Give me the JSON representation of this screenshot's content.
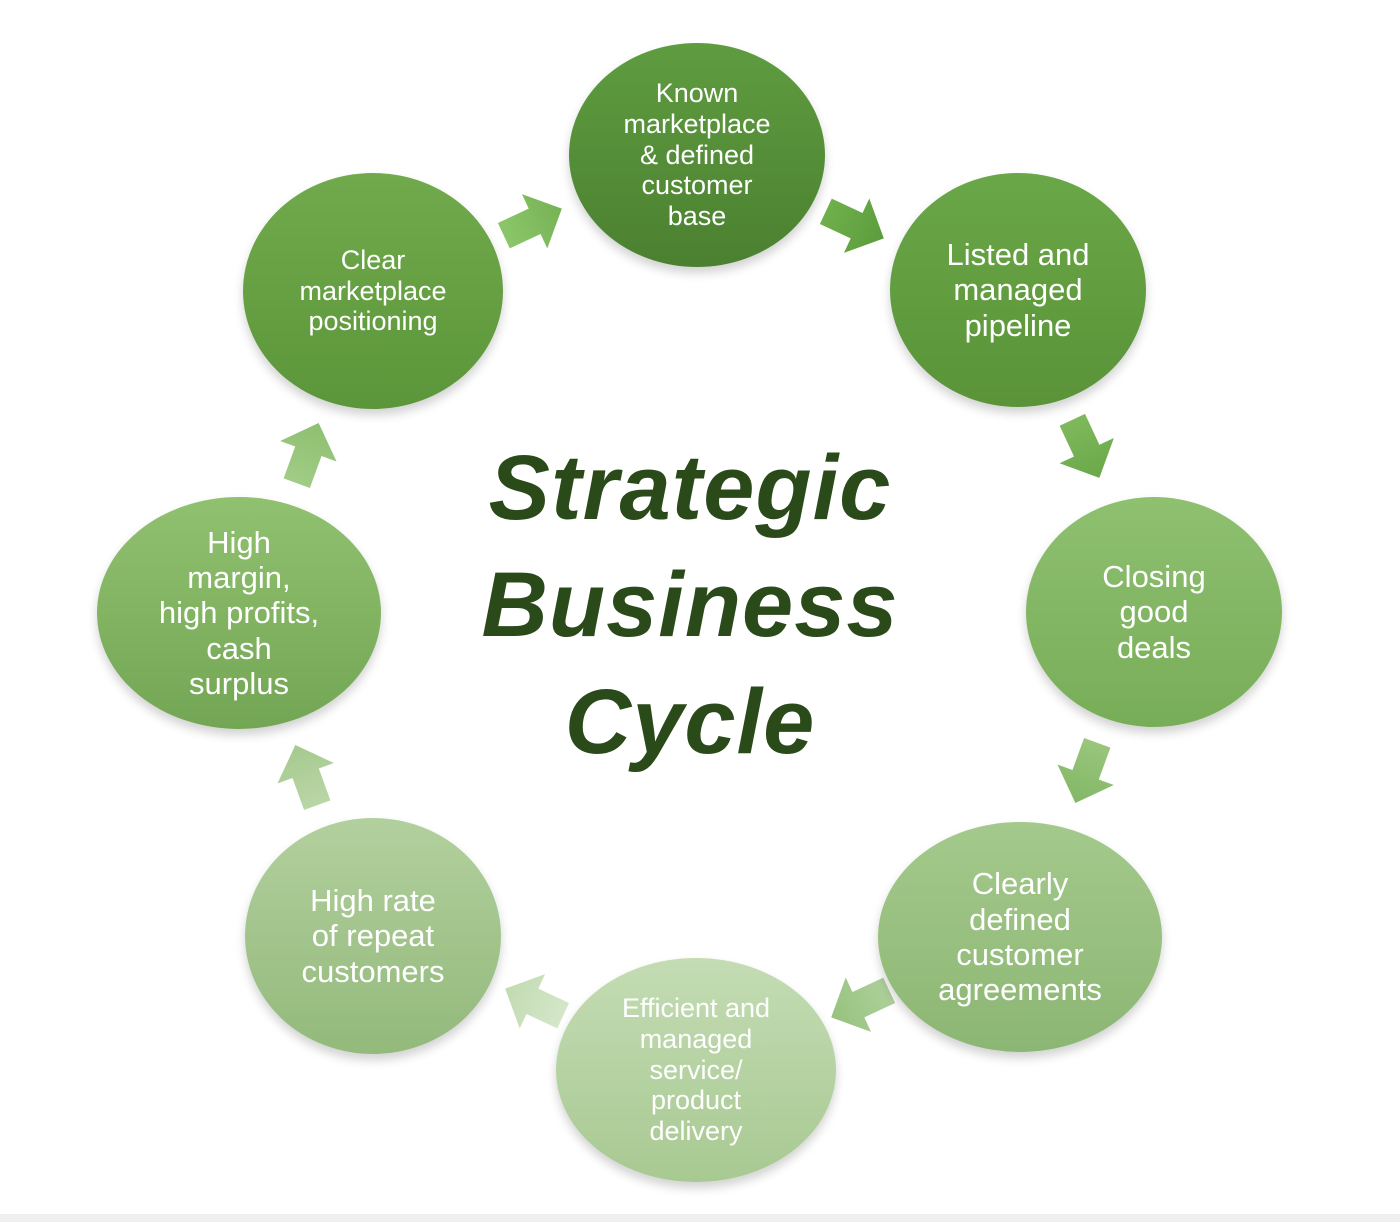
{
  "title": "Strategic\nBusiness\nCycle",
  "nodes": [
    {
      "id": "known-marketplace",
      "label": "Known\nmarketplace\n& defined\ncustomer\nbase",
      "color_top": "#5f9c40",
      "color_bottom": "#4b8030"
    },
    {
      "id": "listed-pipeline",
      "label": "Listed and\nmanaged\npipeline",
      "color_top": "#6aa748",
      "color_bottom": "#5a9338"
    },
    {
      "id": "closing-deals",
      "label": "Closing\ngood\ndeals",
      "color_top": "#8ec070",
      "color_bottom": "#78ad58"
    },
    {
      "id": "customer-agreements",
      "label": "Clearly\ndefined\ncustomer\nagreements",
      "color_top": "#a4c98c",
      "color_bottom": "#8cb673"
    },
    {
      "id": "service-delivery",
      "label": "Efficient and\nmanaged\nservice/\nproduct\ndelivery",
      "color_top": "#c4dcb4",
      "color_bottom": "#a8c992"
    },
    {
      "id": "repeat-customers",
      "label": "High rate\nof repeat\ncustomers",
      "color_top": "#b2d09e",
      "color_bottom": "#93b97b"
    },
    {
      "id": "high-margin",
      "label": "High\nmargin,\nhigh profits,\ncash\nsurplus",
      "color_top": "#90c170",
      "color_bottom": "#73a654"
    },
    {
      "id": "marketplace-positioning",
      "label": "Clear\nmarketplace\npositioning",
      "color_top": "#70aa4c",
      "color_bottom": "#5c963a"
    }
  ],
  "arrows": [
    {
      "id": "arrow-to-listed",
      "color_a": "#6fb04b",
      "color_b": "#5c9c3d"
    },
    {
      "id": "arrow-to-closing",
      "color_a": "#7fb95c",
      "color_b": "#6aa84a"
    },
    {
      "id": "arrow-to-agreements",
      "color_a": "#99c67c",
      "color_b": "#83b766"
    },
    {
      "id": "arrow-to-delivery",
      "color_a": "#aed09a",
      "color_b": "#97c27f"
    },
    {
      "id": "arrow-to-repeat",
      "color_a": "#d4e6c8",
      "color_b": "#c2dbb2"
    },
    {
      "id": "arrow-to-margin",
      "color_a": "#bad6a6",
      "color_b": "#a5c98f"
    },
    {
      "id": "arrow-to-positioning",
      "color_a": "#a1cc86",
      "color_b": "#8ebf70"
    },
    {
      "id": "arrow-to-known",
      "color_a": "#8cc66a",
      "color_b": "#76b355"
    }
  ],
  "colors": {
    "title": "#2b4a1a",
    "node_text": "#ffffff",
    "background": "#ffffff"
  }
}
